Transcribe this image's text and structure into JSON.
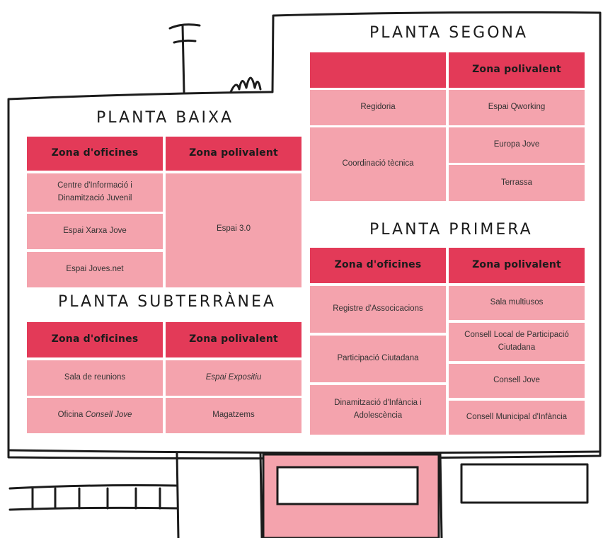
{
  "floors": {
    "segona": {
      "title": "PLANTA SEGONA",
      "header_left": "",
      "header_right": "Zona  polivalent",
      "left": [
        "Regidoria",
        "Coordinació tècnica"
      ],
      "right": [
        "Espai Qworking",
        "Europa Jove",
        "Terrassa"
      ]
    },
    "baixa": {
      "title": "PLANTA BAIXA",
      "header_left": "Zona d'oficines",
      "header_right": "Zona polivalent",
      "left": [
        "Centre d'Informació i Dinamització Juvenil",
        "Espai Xarxa Jove",
        "Espai Joves.net"
      ],
      "right": [
        "Espai 3.0"
      ]
    },
    "subterranea": {
      "title": "PLANTA SUBTERRÀNEA",
      "header_left": "Zona d'oficines",
      "header_right": "Zona polivalent",
      "left": [
        "Sala de reunions",
        "Oficina",
        "Consell Jove"
      ],
      "right": [
        "Espai Expositiu",
        "Magatzems"
      ]
    },
    "primera": {
      "title": "PLANTA PRIMERA",
      "header_left": "Zona d'oficines",
      "header_right": "Zona polivalent",
      "left": [
        "Registre d'Associcacions",
        "Participació Ciutadana",
        "Dinamització d'Infància i Adolescència"
      ],
      "right": [
        "Sala multiusos",
        "Consell Local de Participació Ciutadana",
        "Consell Jove",
        "Consell Municipal d'Infància"
      ]
    }
  },
  "colors": {
    "header": "#e33a58",
    "cell": "#f4a3ad",
    "door": "#f4a3ad",
    "ink": "#1c1c1c"
  }
}
